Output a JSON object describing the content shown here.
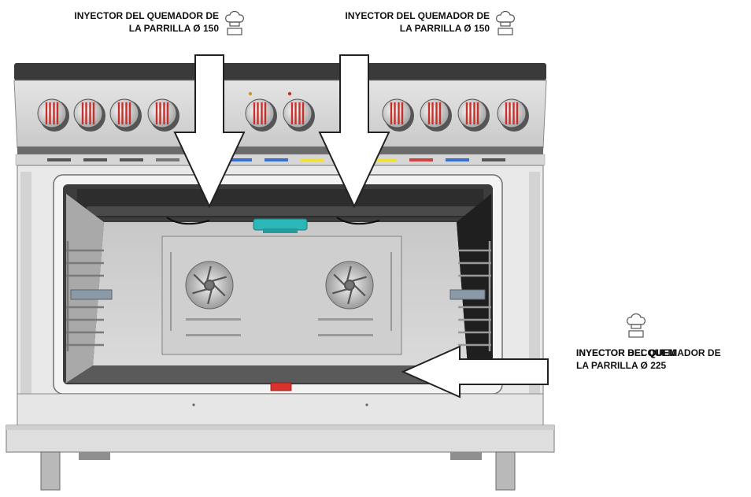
{
  "labels": {
    "top_left": {
      "line1": "INYECTOR DEL QUEMADOR DE",
      "line2": "LA PARRILLA Ø 150"
    },
    "top_right": {
      "line1": "INYECTOR DEL QUEMADOR DE",
      "line2": "LA PARRILLA Ø 150"
    },
    "bottom_right": {
      "line1": "INYECTOR DEL QUEMADOR DE",
      "line1_overlap": "INYECTOR BECQUEM",
      "line2": "LA PARRILLA Ø 225"
    }
  },
  "icons": [
    "chef-hat-icon",
    "chef-hat-icon",
    "chef-hat-icon"
  ],
  "colors": {
    "knob_red": "#c8302c",
    "fan_bracket": "#2bb6b8",
    "handle_red": "#d8322a",
    "oven_dark": "#2a2a2a"
  }
}
